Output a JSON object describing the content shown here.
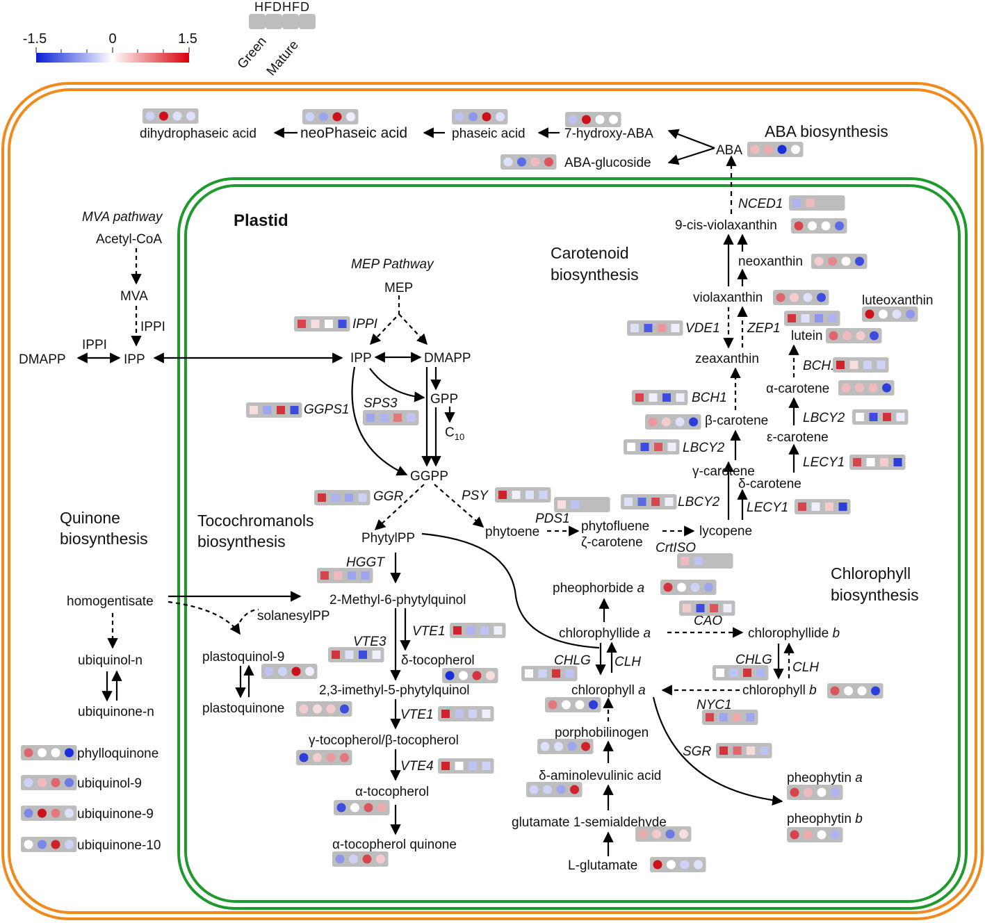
{
  "colors": {
    "cell_border": "#e3241b",
    "plastid_border": "#1e9a2c",
    "heatmap_box": "#bdbdbd",
    "low": "#0a1fd6",
    "mid": "#ffffff",
    "high": "#c8000a",
    "arrow": "#000000"
  },
  "legend": {
    "scale_labels": [
      "-1.5",
      "0",
      "1.5"
    ],
    "scale_min": -1.5,
    "scale_max": 1.5,
    "column_header": "HFDHFD",
    "columns": [
      "Green",
      "Mature"
    ]
  },
  "regions": {
    "plastid": "Plastid",
    "aba": "ABA biosynthesis",
    "carotenoid_1": "Carotenoid",
    "carotenoid_2": "biosynthesis",
    "chlorophyll_1": "Chlorophyll",
    "chlorophyll_2": "biosynthesis",
    "quinone_1": "Quinone",
    "quinone_2": "biosynthesis",
    "tocochromanols_1": "Tocochromanols",
    "tocochromanols_2": "biosynthesis",
    "mva": "MVA pathway",
    "mep": "MEP Pathway"
  },
  "metabolites": {
    "acetyl_coa": "Acetyl-CoA",
    "mva": "MVA",
    "dmapp_cyto": "DMAPP",
    "ipp_cyto": "IPP",
    "ippi_cyto_1": "IPPI",
    "ippi_cyto_2": "IPPI",
    "mep": "MEP",
    "ipp": "IPP",
    "dmapp": "DMAPP",
    "gpp": "GPP",
    "c10": "C",
    "c10_sub": "10",
    "ggpp": "GGPP",
    "phytylpp": "PhytylPP",
    "phytoene": "phytoene",
    "phytofluene": "phytofluene",
    "zeta_carotene": "ζ-carotene",
    "lycopene": "lycopene",
    "gamma_carotene": "γ-carotene",
    "delta_carotene": "δ-carotene",
    "beta_carotene": "β-carotene",
    "epsilon_carotene": "ε-carotene",
    "alpha_carotene": "α-carotene",
    "lutein": "lutein",
    "zeaxanthin": "zeaxanthin",
    "violaxanthin": "violaxanthin",
    "neoxanthin": "neoxanthin",
    "luteoxanthin": "luteoxanthin",
    "cis_violaxanthin": "9-cis-violaxanthin",
    "aba": "ABA",
    "aba_glucoside": "ABA-glucoside",
    "hydroxy_aba": "7-hydroxy-ABA",
    "phaseic_acid": "phaseic acid",
    "neophaseic_acid": "neoPhaseic acid",
    "dihydrophaseic_acid": "dihydrophaseic acid",
    "homogentisate": "homogentisate",
    "solanesylpp": "solanesylPP",
    "ubiquinol_n": "ubiquinol-n",
    "ubiquinone_n": "ubiquinone-n",
    "plastoquinol_9": "plastoquinol-9",
    "plastoquinone": "plastoquinone",
    "methyl_phytylquinol": "2-Methyl-6-phytylquinol",
    "delta_tocopherol": "δ-tocopherol",
    "dimethyl_phytylquinol": "2,3-imethyl-5-phytylquinol",
    "gamma_beta_tocopherol": "γ-tocopherol/β-tocopherol",
    "alpha_tocopherol": "α-tocopherol",
    "alpha_tocopherol_quinone": "α-tocopherol quinone",
    "pheophorbide_a": "pheophorbide",
    "chlorophyllide_a": "chlorophyllide",
    "chlorophyllide_b": "chlorophyllide",
    "chlorophyll_a": "chlorophyll",
    "chlorophyll_b": "chlorophyll",
    "italic_a": "a",
    "italic_b": "b",
    "porphobilinogen": "porphobilinogen",
    "ala": "δ-aminolevulinic acid",
    "glutamate_semialdehyde": "glutamate 1-semialdehyde",
    "l_glutamate": "L-glutamate",
    "pheophytin_a": "pheophytin",
    "pheophytin_b": "pheophytin"
  },
  "genes": {
    "ippi": "IPPI",
    "ggps1": "GGPS1",
    "sps3": "SPS3",
    "ggr": "GGR",
    "psy": "PSY",
    "pds1": "PDS1",
    "crtiso": "CrtISO",
    "lbcy2_a": "LBCY2",
    "lbcy2_b": "LBCY2",
    "lbcy2_c": "LBCY2",
    "lecy1_a": "LECY1",
    "lecy1_b": "LECY1",
    "bch1_a": "BCH1",
    "bch1_b": "BCH1",
    "vde1": "VDE1",
    "zep1": "ZEP1",
    "nced1": "NCED1",
    "hggt": "HGGT",
    "vte1_a": "VTE1",
    "vte1_b": "VTE1",
    "vte3": "VTE3",
    "vte4": "VTE4",
    "cao": "CAO",
    "chlg_a": "CHLG",
    "chlg_b": "CHLG",
    "clh_a": "CLH",
    "clh_b": "CLH",
    "nyc1": "NYC1",
    "sgr": "SGR"
  },
  "legend_compounds": [
    {
      "name": "phylloquinone",
      "values": [
        0.9,
        0,
        0,
        -1.4
      ]
    },
    {
      "name": "ubiquinol-9",
      "values": [
        -0.3,
        0.4,
        0.9,
        -0.9
      ]
    },
    {
      "name": "ubiquinone-9",
      "values": [
        -0.8,
        1.4,
        0.8,
        -0.2
      ]
    },
    {
      "name": "ubiquinone-10",
      "values": [
        0,
        -0.8,
        1.3,
        -0.3
      ]
    }
  ],
  "heat_values": {
    "dihydrophaseic_acid": {
      "shape": "circle",
      "values": [
        -0.3,
        1.4,
        -0.2,
        -0.2
      ]
    },
    "neophaseic_acid": {
      "shape": "circle",
      "values": [
        -0.3,
        -0.6,
        1.4,
        -0.1
      ]
    },
    "phaseic_acid": {
      "shape": "circle",
      "values": [
        -0.4,
        -0.7,
        1.4,
        -0.2
      ]
    },
    "hydroxy_aba": {
      "shape": "circle",
      "values": [
        -0.4,
        1.4,
        0,
        0
      ]
    },
    "aba_glucoside": {
      "shape": "circle",
      "values": [
        -0.2,
        -1.0,
        0.4,
        1.0
      ]
    },
    "aba": {
      "shape": "circle",
      "values": [
        0.4,
        0.5,
        -1.4,
        0
      ]
    },
    "nced1": {
      "shape": "square",
      "values": [
        -0.5,
        0.4,
        null,
        null
      ]
    },
    "cis_violaxanthin": {
      "shape": "circle",
      "values": [
        1.1,
        0,
        0,
        -1.0
      ]
    },
    "neoxanthin": {
      "shape": "circle",
      "values": [
        0.3,
        0.7,
        0,
        -1.2
      ]
    },
    "violaxanthin": {
      "shape": "circle",
      "values": [
        0.9,
        0.3,
        -0.2,
        -1.2
      ]
    },
    "luteoxanthin": {
      "shape": "circle",
      "values": [
        1.4,
        0,
        -0.2,
        -0.7
      ]
    },
    "zep1": {
      "shape": "square",
      "values": [
        1.2,
        -0.2,
        -0.7,
        -0.5
      ]
    },
    "vde1": {
      "shape": "square",
      "values": [
        -0.2,
        -1.1,
        0.6,
        -0.1
      ]
    },
    "lutein": {
      "shape": "circle",
      "values": [
        0.9,
        0.4,
        0.3,
        -1.2
      ]
    },
    "bch1_a": {
      "shape": "square",
      "values": [
        1.3,
        0.2,
        -0.3,
        -0.3
      ]
    },
    "alpha_carotene": {
      "shape": "circle",
      "values": [
        0.4,
        0.4,
        0.4,
        -1.3
      ]
    },
    "bch1_b": {
      "shape": "square",
      "values": [
        1.1,
        -0.1,
        -1.2,
        -0.1
      ]
    },
    "beta_carotene": {
      "shape": "circle",
      "values": [
        0.6,
        0.3,
        -0.2,
        -1.3
      ]
    },
    "lbcy2_a": {
      "shape": "square",
      "values": [
        0,
        -1.2,
        1.2,
        -0.1
      ]
    },
    "lbcy2_b": {
      "shape": "square",
      "values": [
        0,
        -1.2,
        1.0,
        -0.1
      ]
    },
    "lecy1_a": {
      "shape": "square",
      "values": [
        1.1,
        0,
        0.3,
        -1.3
      ]
    },
    "lbcy2_c": {
      "shape": "square",
      "values": [
        -0.2,
        -1.0,
        1.1,
        -0.1
      ]
    },
    "lecy1_b": {
      "shape": "square",
      "values": [
        1.1,
        -0.1,
        0.3,
        -1.3
      ]
    },
    "pds1": {
      "shape": "square",
      "values": [
        0.2,
        -0.4,
        null,
        null
      ]
    },
    "crtiso": {
      "shape": "square",
      "values": [
        0.4,
        -0.4,
        null,
        null
      ]
    },
    "psy": {
      "shape": "square",
      "values": [
        1.3,
        -0.1,
        -0.2,
        -0.3
      ]
    },
    "ggr": {
      "shape": "square",
      "values": [
        1.2,
        -0.5,
        -0.6,
        -0.3
      ]
    },
    "ippi": {
      "shape": "square",
      "values": [
        1.1,
        0.2,
        0,
        -1.2
      ]
    },
    "ggps1": {
      "shape": "square",
      "values": [
        0.2,
        -0.6,
        1.2,
        -1.2
      ]
    },
    "sps3": {
      "shape": "square",
      "values": [
        -0.6,
        -0.5,
        0.8,
        -0.4
      ]
    },
    "hggt": {
      "shape": "square",
      "values": [
        1.1,
        0.4,
        -0.6,
        -0.6
      ]
    },
    "vte1_a": {
      "shape": "square",
      "values": [
        1.3,
        -0.5,
        -0.4,
        -0.1
      ]
    },
    "vte3": {
      "shape": "square",
      "values": [
        1.2,
        -0.2,
        -1.2,
        -0.1
      ]
    },
    "delta_tocopherol": {
      "shape": "circle",
      "values": [
        -1.4,
        0,
        1.2,
        0.2
      ]
    },
    "vte1_b": {
      "shape": "square",
      "values": [
        1.3,
        -0.4,
        -0.3,
        -0.1
      ]
    },
    "gamma_beta_tocopherol": {
      "shape": "circle",
      "values": [
        -1.3,
        0.3,
        0.6,
        0.8
      ]
    },
    "vte4": {
      "shape": "square",
      "values": [
        1.3,
        0,
        -0.4,
        -0.3
      ]
    },
    "alpha_tocopherol": {
      "shape": "circle",
      "values": [
        -1.2,
        0,
        1.0,
        0.5
      ]
    },
    "alpha_tocopherol_quinone": {
      "shape": "circle",
      "values": [
        -0.7,
        -0.3,
        1.1,
        0.3
      ]
    },
    "plastoquinol_9": {
      "shape": "circle",
      "values": [
        -0.4,
        -0.3,
        1.4,
        -0.1
      ]
    },
    "plastoquinone": {
      "shape": "circle",
      "values": [
        0.3,
        0.2,
        0.3,
        -1.2
      ]
    },
    "pheophorbide_a": {
      "shape": "circle",
      "values": [
        1.2,
        0,
        -0.3,
        -0.6
      ]
    },
    "cao": {
      "shape": "square",
      "values": [
        0.3,
        -1.2,
        1.0,
        -0.1
      ]
    },
    "chlg_a": {
      "shape": "square",
      "values": [
        0,
        -0.3,
        1.2,
        -0.4
      ]
    },
    "chlg_b": {
      "shape": "square",
      "values": [
        0,
        -0.4,
        1.2,
        -0.5
      ]
    },
    "chlorophyll_a": {
      "shape": "circle",
      "values": [
        0.8,
        0,
        0,
        -1.3
      ]
    },
    "chlorophyll_b": {
      "shape": "circle",
      "values": [
        1.0,
        0,
        0,
        -1.3
      ]
    },
    "nyc1": {
      "shape": "square",
      "values": [
        1.1,
        -0.6,
        0.5,
        -0.6
      ]
    },
    "sgr": {
      "shape": "square",
      "values": [
        1.2,
        0.9,
        0.2,
        -0.4
      ]
    },
    "porphobilinogen": {
      "shape": "circle",
      "values": [
        -0.2,
        -0.2,
        -0.6,
        1.3
      ]
    },
    "ala": {
      "shape": "circle",
      "values": [
        -0.3,
        -0.3,
        -0.6,
        1.3
      ]
    },
    "glutamate_semialdehyde": {
      "shape": "circle",
      "values": [
        0.5,
        0.3,
        -0.9,
        0.2
      ]
    },
    "l_glutamate": {
      "shape": "circle",
      "values": [
        1.4,
        0,
        -0.3,
        -0.2
      ]
    },
    "pheophytin_a": {
      "shape": "circle",
      "values": [
        1.1,
        0.4,
        0,
        -0.5
      ]
    },
    "pheophytin_b": {
      "shape": "circle",
      "values": [
        1.1,
        0.5,
        0,
        -0.5
      ]
    }
  }
}
